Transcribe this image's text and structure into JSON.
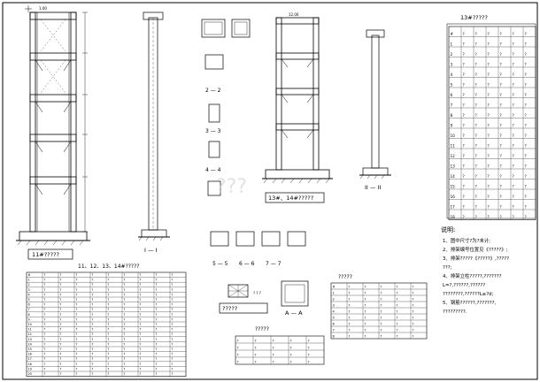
{
  "labels": {
    "elev_1": "1.00",
    "elev_2": "12.00",
    "elev_3": "?",
    "section_i": "I — I",
    "section_ii": "II — II",
    "section_aa": "A — A",
    "section_2": "2 — 2",
    "section_3": "3 — 3",
    "section_4": "4 — 4",
    "section_5": "5 — 5",
    "section_6": "6 — 6",
    "section_7": "7 — 7",
    "title_left_drawing": "11#?????",
    "title_mid_drawing": "13#、14#?????",
    "title_table_right": "13#?????",
    "title_table_left": "11、12、13、14#?????",
    "title_table_mid_small": "?????",
    "title_lower_mid": "?????",
    "title_table_bottom": "?????",
    "legend_small": "? ? ?",
    "watermark": "???"
  },
  "notes": {
    "heading": "说明:",
    "lines": [
      "1、图中尺寸?为?未计;",
      "2、排架编号位置见《?????》;",
      "3、排架?????《?????》,?????",
      "    ???;",
      "4、排架立柱?????,???????",
      "   L=?,??????,??????",
      "   ????????,??????L≥?d;",
      "5、钢筋??????,???????,",
      "   ?????????."
    ]
  },
  "table_right": {
    "headers": [
      "#",
      "?",
      "?",
      "?",
      "?",
      "?",
      "?"
    ],
    "rows": [
      [
        "1",
        "?",
        "?",
        "?",
        "?",
        "?",
        "?"
      ],
      [
        "2",
        "?",
        "?",
        "?",
        "?",
        "?",
        "?"
      ],
      [
        "3",
        "?",
        "?",
        "?",
        "?",
        "?",
        "?"
      ],
      [
        "4",
        "?",
        "?",
        "?",
        "?",
        "?",
        "?"
      ],
      [
        "5",
        "?",
        "?",
        "?",
        "?",
        "?",
        "?"
      ],
      [
        "6",
        "?",
        "?",
        "?",
        "?",
        "?",
        "?"
      ],
      [
        "7",
        "?",
        "?",
        "?",
        "?",
        "?",
        "?"
      ],
      [
        "8",
        "?",
        "?",
        "?",
        "?",
        "?",
        "?"
      ],
      [
        "9",
        "?",
        "?",
        "?",
        "?",
        "?",
        "?"
      ],
      [
        "10",
        "?",
        "?",
        "?",
        "?",
        "?",
        "?"
      ],
      [
        "11",
        "?",
        "?",
        "?",
        "?",
        "?",
        "?"
      ],
      [
        "12",
        "?",
        "?",
        "?",
        "?",
        "?",
        "?"
      ],
      [
        "13",
        "?",
        "?",
        "?",
        "?",
        "?",
        "?"
      ],
      [
        "14",
        "?",
        "?",
        "?",
        "?",
        "?",
        "?"
      ],
      [
        "15",
        "?",
        "?",
        "?",
        "?",
        "?",
        "?"
      ],
      [
        "16",
        "?",
        "?",
        "?",
        "?",
        "?",
        "?"
      ],
      [
        "17",
        "?",
        "?",
        "?",
        "?",
        "?",
        "?"
      ],
      [
        "18",
        "?",
        "?",
        "?",
        "?",
        "?",
        "?"
      ]
    ]
  },
  "table_left": {
    "headers": [
      "#",
      "?",
      "?",
      "?",
      "?",
      "?",
      "?",
      "?",
      "?",
      "?"
    ],
    "rows": [
      [
        "1",
        "?",
        "?",
        "?",
        "?",
        "?",
        "?",
        "?",
        "?",
        "?"
      ],
      [
        "2",
        "?",
        "?",
        "?",
        "?",
        "?",
        "?",
        "?",
        "?",
        "?"
      ],
      [
        "3",
        "?",
        "?",
        "?",
        "?",
        "?",
        "?",
        "?",
        "?",
        "?"
      ],
      [
        "4",
        "?",
        "?",
        "?",
        "?",
        "?",
        "?",
        "?",
        "?",
        "?"
      ],
      [
        "5",
        "?",
        "?",
        "?",
        "?",
        "?",
        "?",
        "?",
        "?",
        "?"
      ],
      [
        "6",
        "?",
        "?",
        "?",
        "?",
        "?",
        "?",
        "?",
        "?",
        "?"
      ],
      [
        "7",
        "?",
        "?",
        "?",
        "?",
        "?",
        "?",
        "?",
        "?",
        "?"
      ],
      [
        "8",
        "?",
        "?",
        "?",
        "?",
        "?",
        "?",
        "?",
        "?",
        "?"
      ],
      [
        "9",
        "?",
        "?",
        "?",
        "?",
        "?",
        "?",
        "?",
        "?",
        "?"
      ],
      [
        "10",
        "?",
        "?",
        "?",
        "?",
        "?",
        "?",
        "?",
        "?",
        "?"
      ],
      [
        "11",
        "?",
        "?",
        "?",
        "?",
        "?",
        "?",
        "?",
        "?",
        "?"
      ],
      [
        "12",
        "?",
        "?",
        "?",
        "?",
        "?",
        "?",
        "?",
        "?",
        "?"
      ],
      [
        "13",
        "?",
        "?",
        "?",
        "?",
        "?",
        "?",
        "?",
        "?",
        "?"
      ],
      [
        "14",
        "?",
        "?",
        "?",
        "?",
        "?",
        "?",
        "?",
        "?",
        "?"
      ],
      [
        "15",
        "?",
        "?",
        "?",
        "?",
        "?",
        "?",
        "?",
        "?",
        "?"
      ],
      [
        "16",
        "?",
        "?",
        "?",
        "?",
        "?",
        "?",
        "?",
        "?",
        "?"
      ],
      [
        "17",
        "?",
        "?",
        "?",
        "?",
        "?",
        "?",
        "?",
        "?",
        "?"
      ],
      [
        "18",
        "?",
        "?",
        "?",
        "?",
        "?",
        "?",
        "?",
        "?",
        "?"
      ],
      [
        "19",
        "?",
        "?",
        "?",
        "?",
        "?",
        "?",
        "?",
        "?",
        "?"
      ],
      [
        "20",
        "?",
        "?",
        "?",
        "?",
        "?",
        "?",
        "?",
        "?",
        "?"
      ]
    ]
  },
  "table_mid": {
    "headers": [
      "#",
      "?",
      "?",
      "?",
      "?",
      "?"
    ],
    "rows": [
      [
        "1",
        "?",
        "?",
        "?",
        "?",
        "?"
      ],
      [
        "2",
        "?",
        "?",
        "?",
        "?",
        "?"
      ],
      [
        "3",
        "?",
        "?",
        "?",
        "?",
        "?"
      ],
      [
        "4",
        "?",
        "?",
        "?",
        "?",
        "?"
      ],
      [
        "5",
        "?",
        "?",
        "?",
        "?",
        "?"
      ],
      [
        "6",
        "?",
        "?",
        "?",
        "?",
        "?"
      ],
      [
        "7",
        "?",
        "?",
        "?",
        "?",
        "?"
      ],
      [
        "8",
        "?",
        "?",
        "?",
        "?",
        "?"
      ]
    ]
  },
  "table_bottom": {
    "headers": [
      "?",
      "?",
      "?",
      "?",
      "?"
    ],
    "rows": [
      [
        "?",
        "?",
        "?",
        "?",
        "?"
      ],
      [
        "?",
        "?",
        "?",
        "?",
        "?"
      ],
      [
        "?",
        "?",
        "?",
        "?",
        "?"
      ]
    ]
  }
}
